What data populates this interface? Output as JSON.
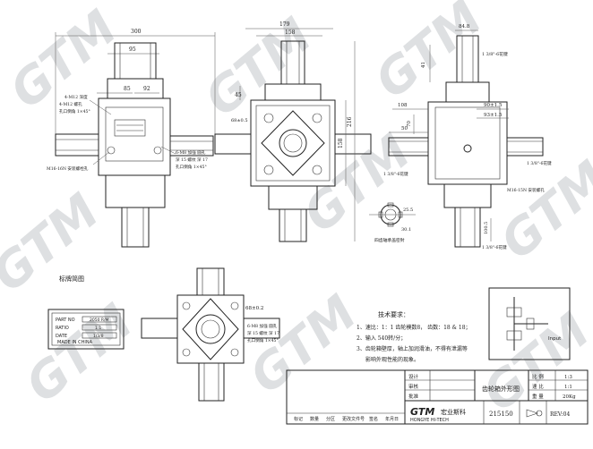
{
  "dimensions": {
    "front_width": "300",
    "front_offset": "95",
    "front_a": "85",
    "front_b": "92",
    "side_width": "179",
    "side_w2": "158",
    "side_height": "158",
    "side_h2": "216",
    "side_h3": "45",
    "side_mount": "68±0.5",
    "right_top": "84.8",
    "right_d1": "41",
    "right_d2": "108",
    "right_d3": "90±1.5",
    "right_d4": "93±1.5",
    "right_h": "70",
    "right_d5": "50",
    "bottom_mount": "68±0.2",
    "right_d6": "100.5",
    "right_hole": "25.5"
  },
  "front_labels": {
    "label1": "4-M12 深度",
    "label2": "4-M12 螺孔",
    "label3": "孔口倒角 1×45°",
    "label4": "M16-16N 安装螺栓孔",
    "label5": "6-M8 加强 圆孔",
    "label6": "深 15 螺纹 深 17",
    "label7": "孔口倒角 1×45°"
  },
  "right_labels": {
    "label1": "1 3/8\"-6花键",
    "label2": "1 3/8\"-6花键",
    "label3": "M16-15N 安装螺孔",
    "label4": "1 3/8\"-6花键",
    "label5": "四齿轴承盖密封",
    "label6": "30.1"
  },
  "nameplate": {
    "heading": "标牌简图",
    "partno_label": "PART NO",
    "partno_value": "2050 R/M",
    "ratio_label": "RATIO",
    "ratio_value": "1:1",
    "date_label": "DATE",
    "date_value": "1/3/8",
    "made_in": "MADE IN CHINA"
  },
  "requirements": {
    "heading": "技术要求：",
    "item1": "1、速比：1：1   齿轮模数8，  齿数：18 & 18；",
    "item2": "2、输入 540转/分；",
    "item3": "3、齿轮箱壁厚，轴上加润滑油，不得有泄漏等",
    "item4": "影响外观性能的现象。"
  },
  "schematic": {
    "label": "Input"
  },
  "titleblock": {
    "drawing_title": "齿轮箱外形图",
    "scale_label": "比  例",
    "scale_value": "1:3",
    "ratio_label": "速  比",
    "ratio_value": "1:1",
    "weight_label": "重  量",
    "weight_value": "20Kg",
    "design_label": "设计",
    "check_label": "审核",
    "approve_label": "批准",
    "logo": "GTM",
    "company_cn": "宏业斯科",
    "company_en": "HONGYE HI-TECH",
    "part_number": "215150",
    "revision": "REV:04",
    "revision_row": [
      "标记",
      "数量",
      "分区",
      "更改文件号",
      "签名",
      "年月日"
    ]
  },
  "watermark": "GTM"
}
